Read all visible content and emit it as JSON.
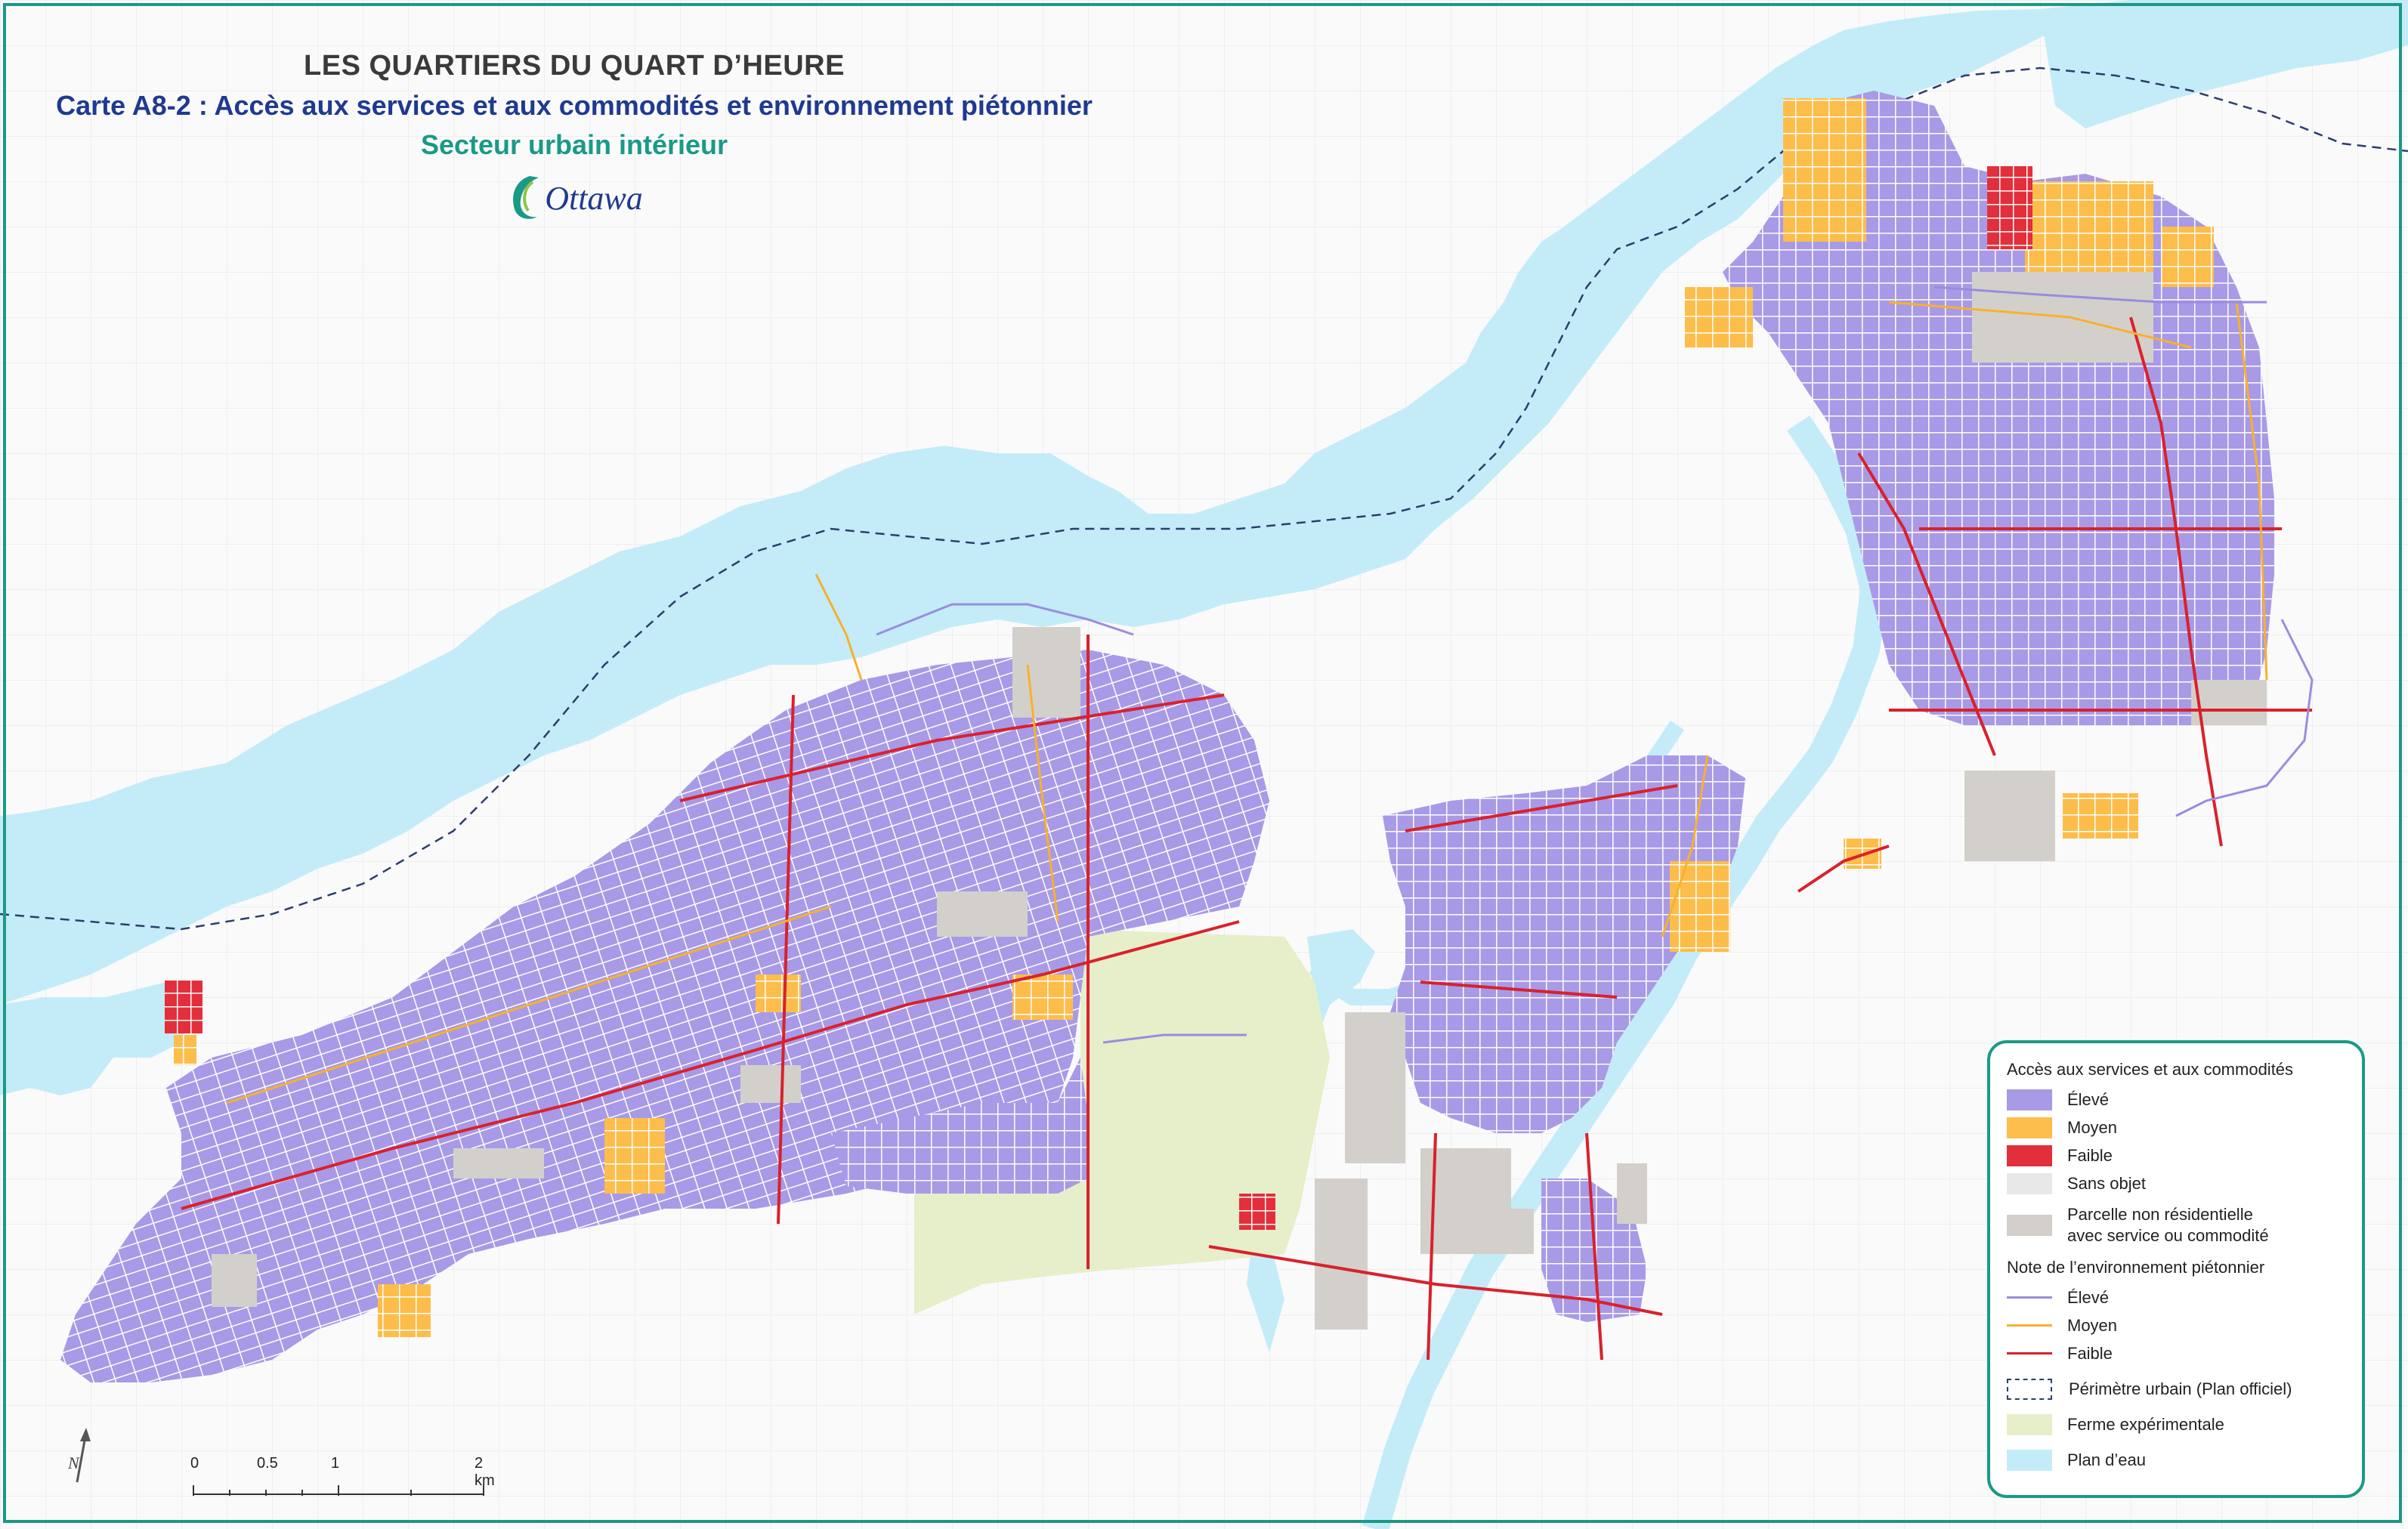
{
  "title": {
    "main": "LES QUARTIERS DU QUART D’HEURE",
    "subtitle": "Carte A8-2 : Accès aux services et aux commodités et environnement piétonnier",
    "area": "Secteur urbain intérieur",
    "logo_text": "Ottawa"
  },
  "colors": {
    "eleve": "#a89ae6",
    "moyen": "#fdbd4a",
    "faible": "#e32f3b",
    "sans_objet": "#e8e8e8",
    "parcelle": "#d3d0cb",
    "walk_eleve": "#9a8ce0",
    "walk_moyen": "#f7b12e",
    "walk_faible": "#d9212d",
    "perimetre": "#2c3e6b",
    "ferme": "#e6efc9",
    "eau": "#c3ecf8",
    "frame": "#1a9a86"
  },
  "legend": {
    "section_access": "Accès aux services et aux commodités",
    "access_items": [
      {
        "key": "eleve",
        "label": "Élevé"
      },
      {
        "key": "moyen",
        "label": "Moyen"
      },
      {
        "key": "faible",
        "label": "Faible"
      },
      {
        "key": "sans_objet",
        "label": "Sans objet"
      }
    ],
    "parcelle_line1": "Parcelle non résidentielle",
    "parcelle_line2": "avec service ou commodité",
    "section_walk": "Note de l’environnement piétonnier",
    "walk_items": [
      {
        "key": "walk_eleve",
        "label": "Élevé"
      },
      {
        "key": "walk_moyen",
        "label": "Moyen"
      },
      {
        "key": "walk_faible",
        "label": "Faible"
      }
    ],
    "perimetre": "Périmètre urbain (Plan officiel)",
    "ferme": "Ferme expérimentale",
    "eau": "Plan d’eau"
  },
  "scale": {
    "labels": [
      "0",
      "0.5",
      "1",
      "2 km"
    ]
  },
  "north": {
    "label": "N"
  }
}
